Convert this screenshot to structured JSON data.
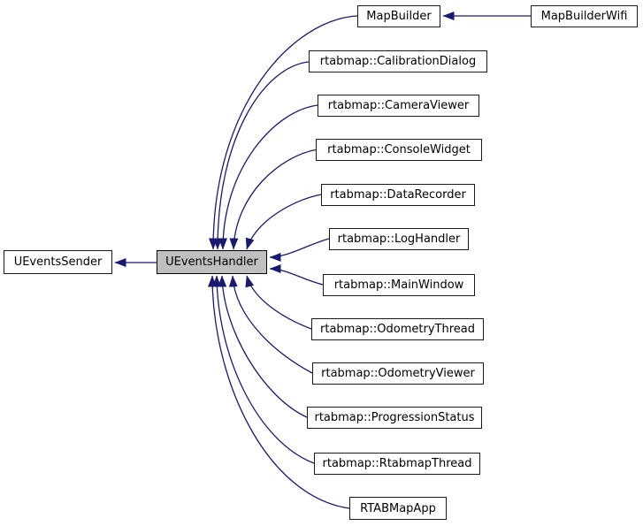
{
  "diagram": {
    "type": "class-inheritance-graph",
    "arrow_color": "#191970",
    "node_border_color": "#1a1a1a",
    "node_fill_color": "#ffffff",
    "highlighted_node_fill_color": "#bfbfbf",
    "nodes": {
      "uevents_sender": {
        "label": "UEventsSender",
        "highlighted": false
      },
      "uevents_handler": {
        "label": "UEventsHandler",
        "highlighted": true
      },
      "map_builder": {
        "label": "MapBuilder",
        "highlighted": false
      },
      "map_builder_wifi": {
        "label": "MapBuilderWifi",
        "highlighted": false
      },
      "calibration_dialog": {
        "label": "rtabmap::CalibrationDialog",
        "highlighted": false
      },
      "camera_viewer": {
        "label": "rtabmap::CameraViewer",
        "highlighted": false
      },
      "console_widget": {
        "label": "rtabmap::ConsoleWidget",
        "highlighted": false
      },
      "data_recorder": {
        "label": "rtabmap::DataRecorder",
        "highlighted": false
      },
      "log_handler": {
        "label": "rtabmap::LogHandler",
        "highlighted": false
      },
      "main_window": {
        "label": "rtabmap::MainWindow",
        "highlighted": false
      },
      "odometry_thread": {
        "label": "rtabmap::OdometryThread",
        "highlighted": false
      },
      "odometry_viewer": {
        "label": "rtabmap::OdometryViewer",
        "highlighted": false
      },
      "progression_status": {
        "label": "rtabmap::ProgressionStatus",
        "highlighted": false
      },
      "rtabmap_thread": {
        "label": "rtabmap::RtabmapThread",
        "highlighted": false
      },
      "rtabmap_app": {
        "label": "RTABMapApp",
        "highlighted": false
      }
    },
    "edges": [
      {
        "from": "UEventsHandler",
        "to": "UEventsSender"
      },
      {
        "from": "MapBuilderWifi",
        "to": "MapBuilder"
      },
      {
        "from": "MapBuilder",
        "to": "UEventsHandler"
      },
      {
        "from": "rtabmap::CalibrationDialog",
        "to": "UEventsHandler"
      },
      {
        "from": "rtabmap::CameraViewer",
        "to": "UEventsHandler"
      },
      {
        "from": "rtabmap::ConsoleWidget",
        "to": "UEventsHandler"
      },
      {
        "from": "rtabmap::DataRecorder",
        "to": "UEventsHandler"
      },
      {
        "from": "rtabmap::LogHandler",
        "to": "UEventsHandler"
      },
      {
        "from": "rtabmap::MainWindow",
        "to": "UEventsHandler"
      },
      {
        "from": "rtabmap::OdometryThread",
        "to": "UEventsHandler"
      },
      {
        "from": "rtabmap::OdometryViewer",
        "to": "UEventsHandler"
      },
      {
        "from": "rtabmap::ProgressionStatus",
        "to": "UEventsHandler"
      },
      {
        "from": "rtabmap::RtabmapThread",
        "to": "UEventsHandler"
      },
      {
        "from": "RTABMapApp",
        "to": "UEventsHandler"
      }
    ]
  }
}
